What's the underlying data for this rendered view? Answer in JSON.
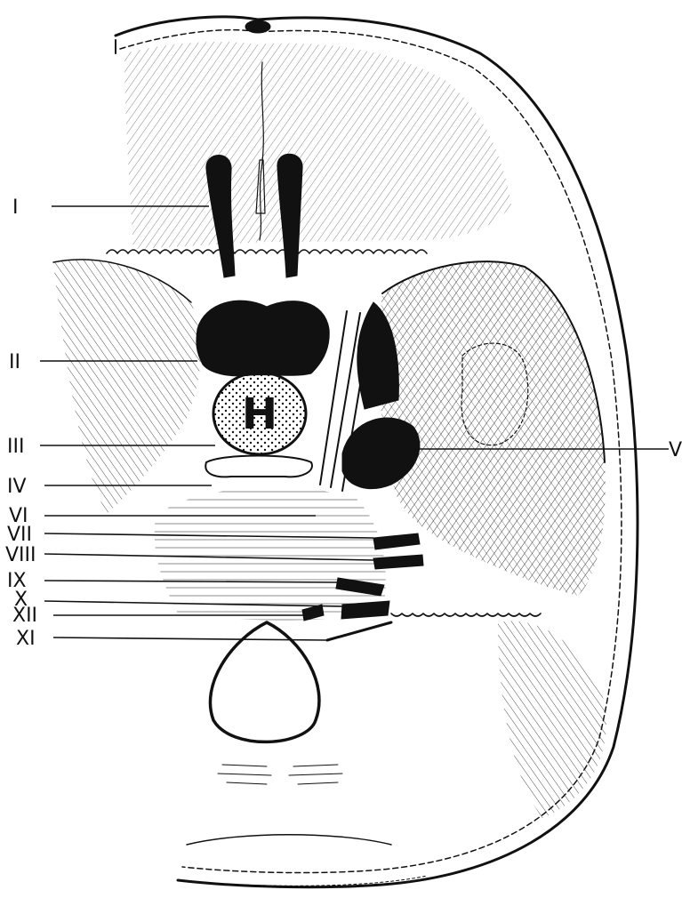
{
  "figure": {
    "pituitary_mark": "H",
    "colors": {
      "ink": "#111111",
      "paper": "#ffffff"
    }
  },
  "left_labels": [
    {
      "id": "I",
      "text": "I"
    },
    {
      "id": "II",
      "text": "II"
    },
    {
      "id": "III",
      "text": "III"
    },
    {
      "id": "IV",
      "text": "IV"
    },
    {
      "id": "VI",
      "text": "VI"
    },
    {
      "id": "VII",
      "text": "VII"
    },
    {
      "id": "VIII",
      "text": "VIII"
    },
    {
      "id": "IX",
      "text": "IX"
    },
    {
      "id": "X",
      "text": "X"
    },
    {
      "id": "XII",
      "text": "XII"
    },
    {
      "id": "XI",
      "text": "XI"
    }
  ],
  "right_labels": [
    {
      "id": "V",
      "text": "V"
    }
  ]
}
